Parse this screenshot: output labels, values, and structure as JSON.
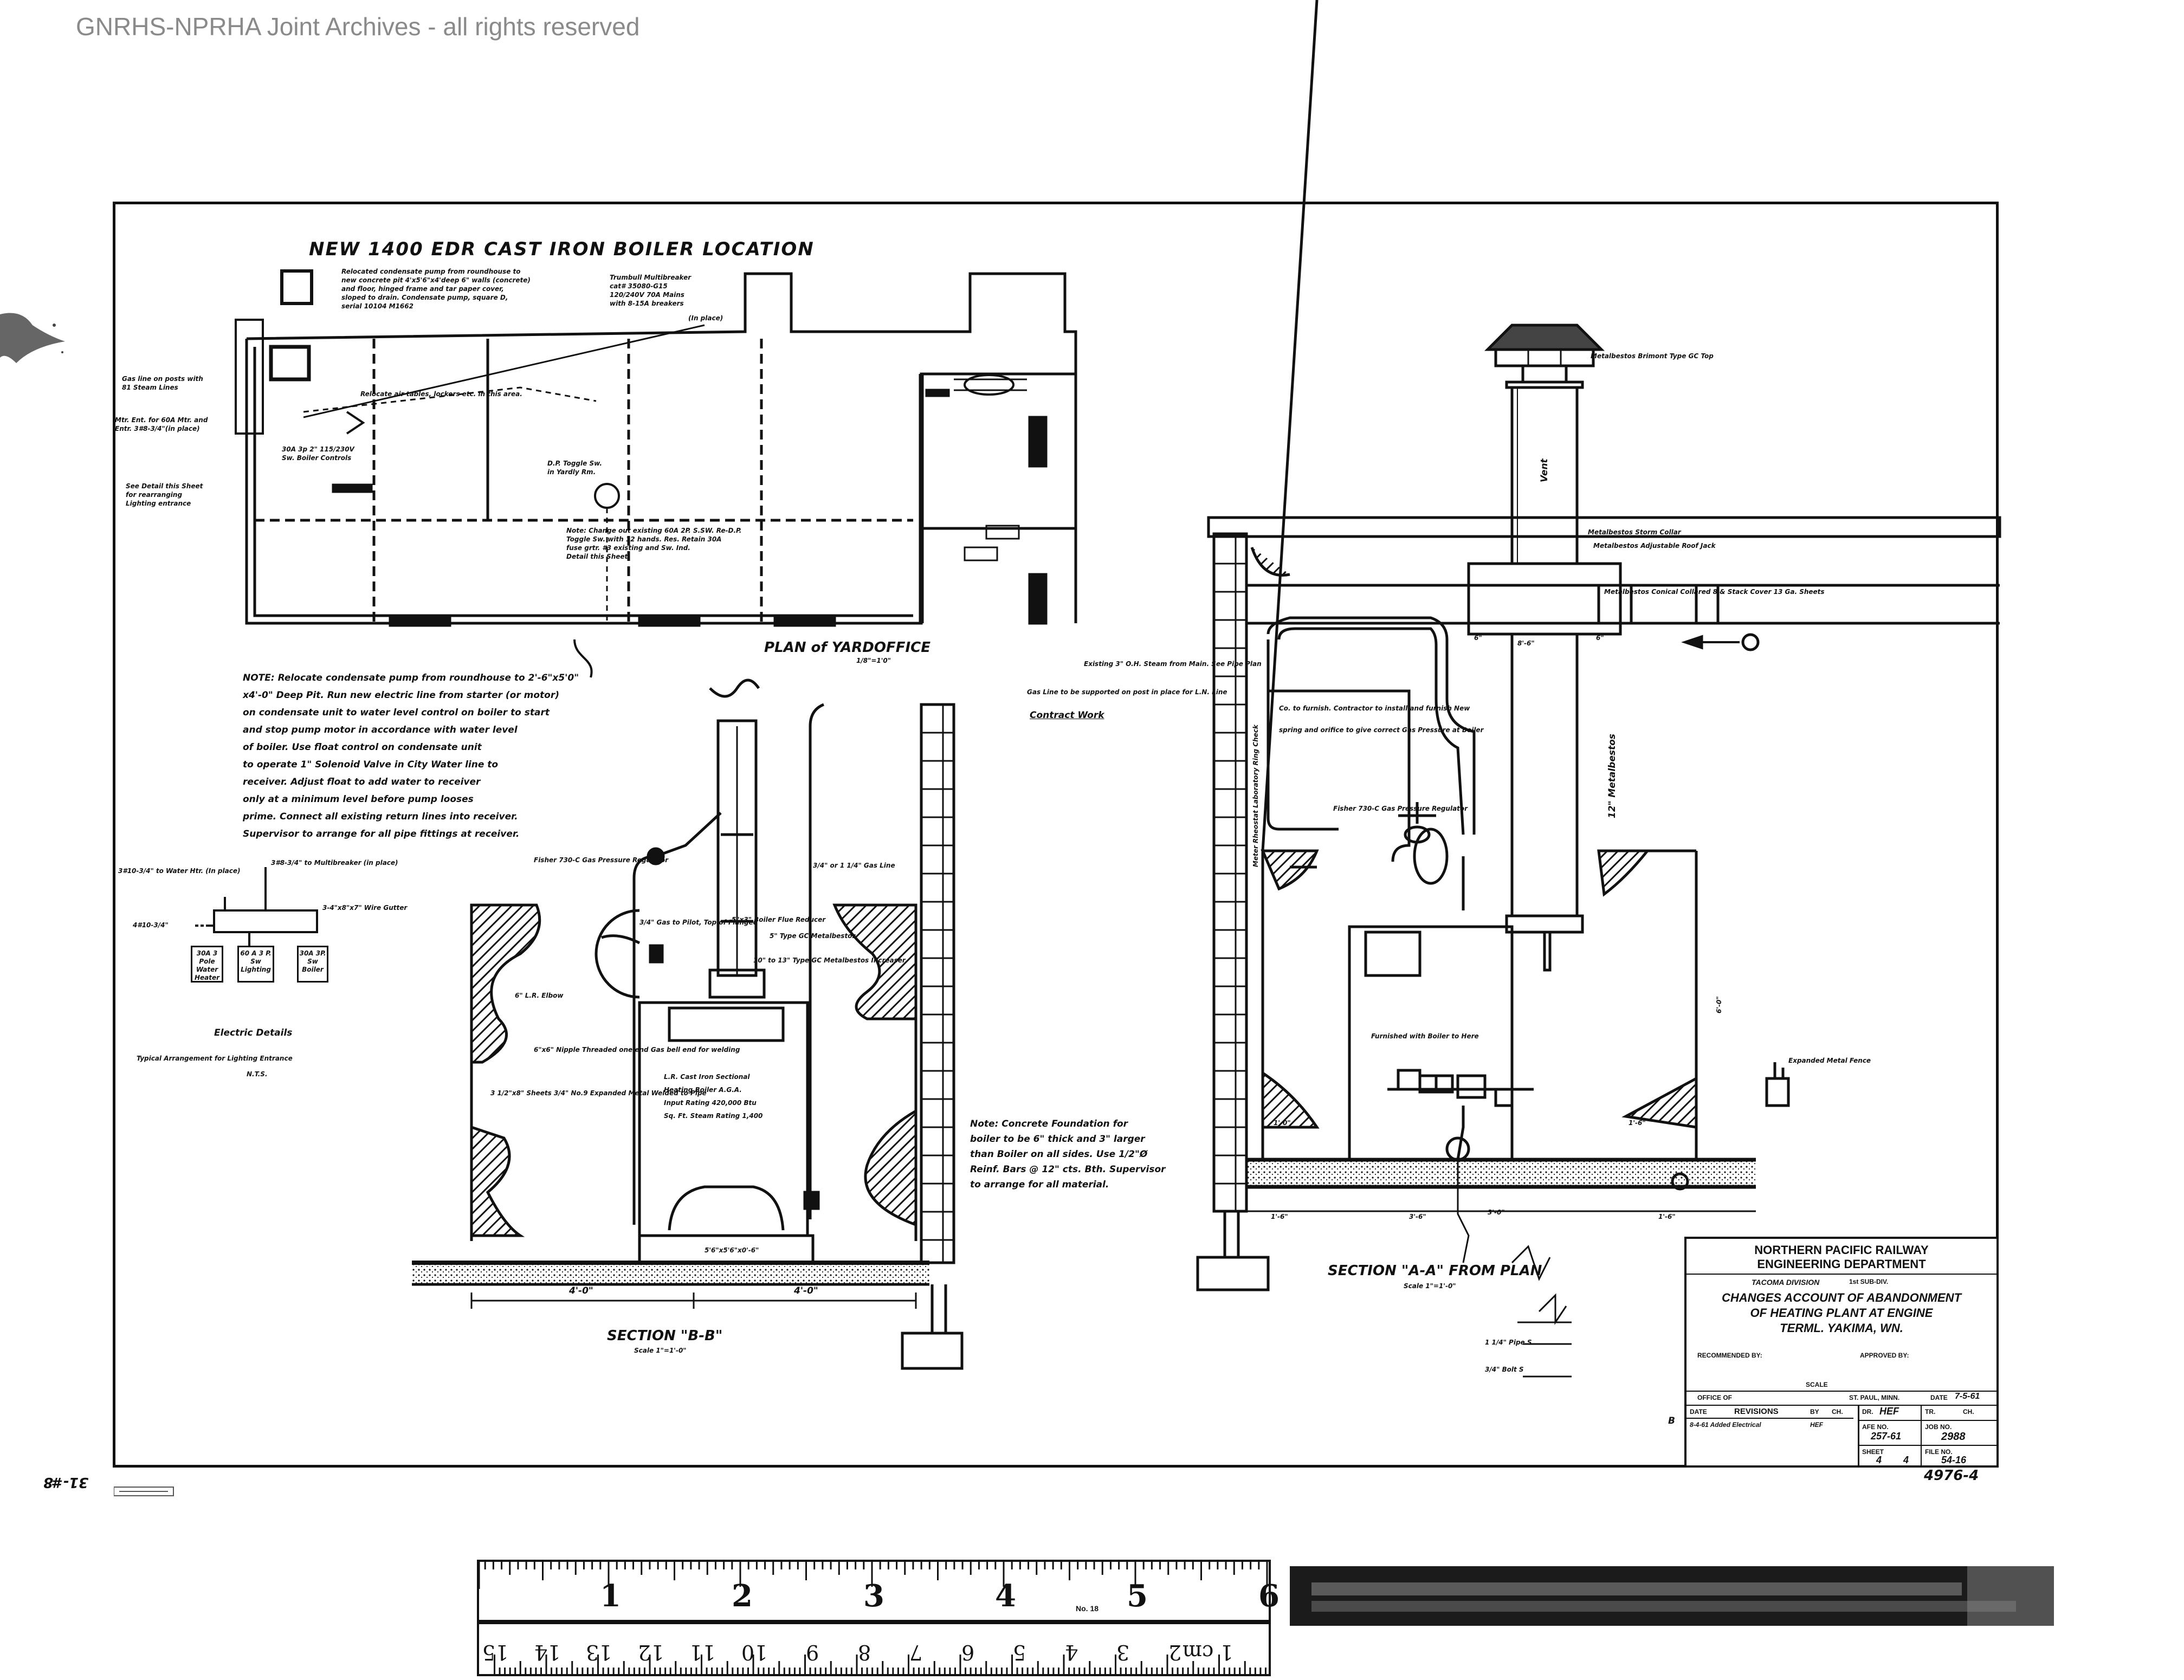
{
  "watermark": "GNRHS-NPRHA Joint Archives - all rights reserved",
  "plan": {
    "title": "NEW 1400 EDR CAST IRON BOILER LOCATION",
    "label": "PLAN of YARDOFFICE",
    "label_scale": "1/8\"=1'0\"",
    "callouts": [
      "Relocated condensate pump from roundhouse to",
      "new concrete pit 4'x5'6\"x4'deep 6\" walls (concrete)",
      "and floor, hinged frame and tar paper cover,",
      "sloped to drain. Condensate pump, square D,",
      "serial 10104 M1662",
      "Trumbull Multibreaker",
      "cat# 35080-G15",
      "120/240V 70A Mains",
      "with 8-15A breakers",
      "(In place)",
      "Relocate air tables, lockers etc. in this area.",
      "Gas line on posts with",
      "81 Steam Lines",
      "Mtr. Ent. for 60A Mtr. and",
      "Entr. 3#8-3/4\"(in place)",
      "30A 3p 2\" 115/230V",
      "Sw. Boiler Controls",
      "See Detail this Sheet",
      "for rearranging",
      "Lighting entrance",
      "D.P. Toggle Sw.",
      "in Yardly Rm.",
      "Note: Change out existing 60A 2P. S.SW. Re-D.P.",
      "Toggle Sw. with 12 hands. Res. Retain 30A",
      "fuse grtr. #3 existing and Sw. Ind.",
      "Detail this Sheet."
    ]
  },
  "note_main": [
    "NOTE: Relocate condensate pump from roundhouse to 2'-6\"x5'0\"",
    "x4'-0\" Deep Pit. Run new electric line from starter (or motor)",
    "on condensate unit to water level control on boiler to start",
    "and stop pump motor in accordance with water level",
    "of boiler. Use float control on condensate unit",
    "to operate 1\" Solenoid Valve in City Water line to",
    "receiver. Adjust float to add water to receiver",
    "only at a minimum level before pump looses",
    "prime. Connect all existing return lines into receiver.",
    "Supervisor to arrange for all pipe fittings at receiver."
  ],
  "electric": {
    "title": "Electric Details",
    "subtitle": "Typical Arrangement for Lighting Entrance",
    "nts": "N.T.S.",
    "labels": [
      "3#10-3/4\" to Water Htr. (In place)",
      "3#8-3/4\" to Multibreaker (in place)",
      "3-4\"x8\"x7\" Wire Gutter",
      "4#10-3/4\""
    ],
    "boxes": [
      "30A 3 Pole Water Heater",
      "60 A 3 P. Sw Lighting",
      "30A 3P. Sw Boiler"
    ]
  },
  "section_bb": {
    "title": "SECTION \"B-B\"",
    "scale": "Scale 1\"=1'-0\"",
    "dim_left": "4'-0\"",
    "dim_right": "4'-0\"",
    "base_dim": "5'6\"x5'6\"x0'-6\"",
    "labels": [
      "Fisher 730-C Gas Pressure Regulator",
      "3/4\" or 1 1/4\" Gas Line",
      "3/4\" Gas to Pilot, Top of Flanged",
      "5\"x3\" Boiler Flue Reducer",
      "5\" Type GC Metalbestos",
      "10\" to 13\" Type GC Metalbestos Increaser",
      "6\" L.R. Elbow",
      "6\"x6\" Nipple Threaded one end Gas bell end for welding",
      "3 1/2\"x8\" Sheets 3/4\" No.9 Expanded Metal Welded to Pipe"
    ],
    "boiler_label": [
      "L.R. Cast Iron Sectional",
      "Heating Boiler A.G.A.",
      "Input Rating 420,000 Btu",
      "Sq. Ft. Steam Rating 1,400"
    ]
  },
  "note_concrete": [
    "Note: Concrete Foundation for",
    "boiler to be 6\" thick and 3\" larger",
    "than Boiler on all sides. Use 1/2\"Ø",
    "Reinf. Bars @ 12\" cts. Bth. Supervisor",
    "to arrange for all material."
  ],
  "section_aa": {
    "title": "SECTION \"A-A\" FROM PLAN",
    "scale": "Scale 1\"=1'-0\"",
    "labels": [
      "Metalbestos Brimont Type GC Top",
      "Metalbestos Storm Collar",
      "Metalbestos Adjustable Roof Jack",
      "Metalbestos Conical Collared 8 & Stack Cover 13 Ga. Sheets",
      "Vent",
      "Existing 3\" O.H. Steam from Main. See Pipe Plan",
      "Gas Line to be supported on post in place for L.N. Line",
      "Contract Work",
      "Co. to furnish. Contractor to install and furnish New",
      "spring and orifice to give correct Gas Pressure at Boiler",
      "Fisher 730-C Gas Pressure Regulator",
      "12\" Metalbestos",
      "Furnished with Boiler to Here",
      "Meter Rheostat Laboratory Ring Check",
      "Expanded Metal Fence",
      "1 1/4\" Pipe S",
      "3/4\" Bolt S"
    ],
    "dims": [
      "6\"",
      "8'-6\"",
      "6\"",
      "3'-6\"",
      "1'-6\"",
      "1'-6\"",
      "6'-0\"",
      "1'-0\"",
      "3'-0\"",
      "1'-6\""
    ]
  },
  "title_block": {
    "company": "NORTHERN PACIFIC RAILWAY",
    "dept": "ENGINEERING DEPARTMENT",
    "division": "TACOMA DIVISION",
    "subdiv": "1st SUB-DIV.",
    "title_lines": [
      "CHANGES ACCOUNT OF ABANDONMENT",
      "OF HEATING PLANT AT ENGINE",
      "TERML. YAKIMA, WN."
    ],
    "recommended_by": "RECOMMENDED BY:",
    "approved_by": "APPROVED BY:",
    "scale_label": "SCALE",
    "office_of": "OFFICE OF",
    "city": "ST. PAUL, MINN.",
    "date_label": "DATE",
    "date": "7-5-61",
    "revisions": "REVISIONS",
    "revision_entry": "8-4-61 Added Electrical",
    "dr": "DR.",
    "dr_val": "HEF",
    "tr": "TR.",
    "ch": "CH.",
    "afe_label": "AFE NO.",
    "afe_val": "257-61",
    "job_label": "JOB NO.",
    "job_val": "2988",
    "sheet_label": "SHEET",
    "sheet_val": "4",
    "of_val": "4",
    "file_label": "FILE NO.",
    "file_val": "54-16",
    "side_letter": "B",
    "col_date": "DATE",
    "col_by": "BY",
    "col_ch": "CH.",
    "initials": "HEF"
  },
  "margin_notes": {
    "left": "31-#8",
    "right": "4976-4"
  },
  "ruler": {
    "top_numbers": [
      "1",
      "2",
      "3",
      "4",
      "5",
      "6"
    ],
    "bottom_numbers": [
      "1 cm",
      "2",
      "3",
      "4",
      "5",
      "6",
      "7",
      "8",
      "9",
      "10",
      "11",
      "12",
      "13",
      "14",
      "15"
    ],
    "label": "No. 18"
  },
  "colors": {
    "ink": "#111111",
    "paper": "#ffffff",
    "watermark": "#8a8a8a"
  }
}
